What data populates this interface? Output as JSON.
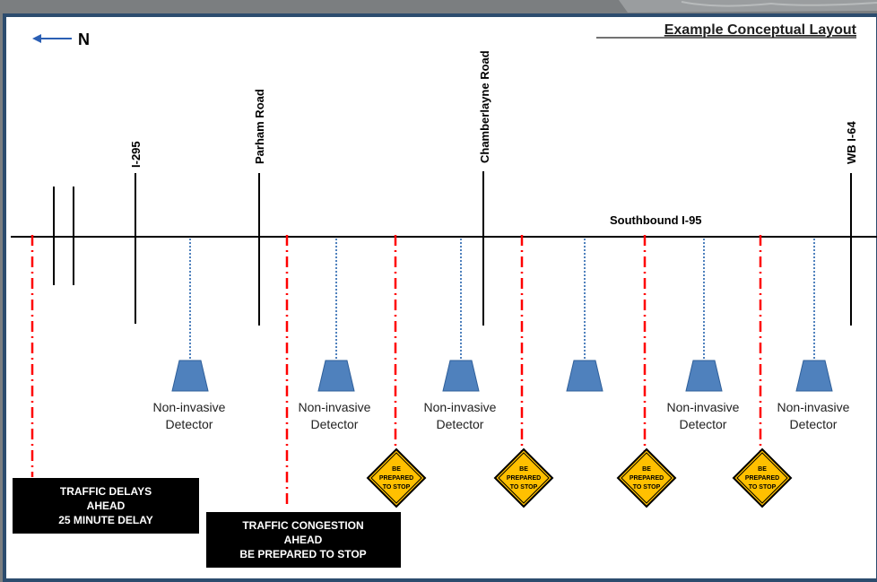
{
  "title": "Example Conceptual Layout",
  "north_label": "N",
  "highway_label": "Southbound  I-95",
  "roads": [
    {
      "name": "I-295"
    },
    {
      "name": "Parham Road"
    },
    {
      "name": "Chamberlayne Road"
    },
    {
      "name": "WB I-64"
    }
  ],
  "detector_label_line1": "Non-invasive",
  "detector_label_line2": "Detector",
  "message_signs": [
    {
      "line1": "TRAFFIC  DELAYS",
      "line2": "AHEAD",
      "line3": "25 MINUTE DELAY"
    },
    {
      "line1": "TRAFFIC  CONGESTION",
      "line2": "AHEAD",
      "line3": "BE PREPARED TO  STOP"
    }
  ],
  "warning_sign": {
    "line1": "BE",
    "line2": "PREPARED",
    "line3": "TO STOP"
  },
  "colors": {
    "border": "#2c4c6e",
    "detector": "#4f81bd",
    "dash_red": "#ff0000",
    "dotted_blue": "#4f81bd",
    "warning_yellow": "#ffc000",
    "sign_black": "#000000"
  }
}
